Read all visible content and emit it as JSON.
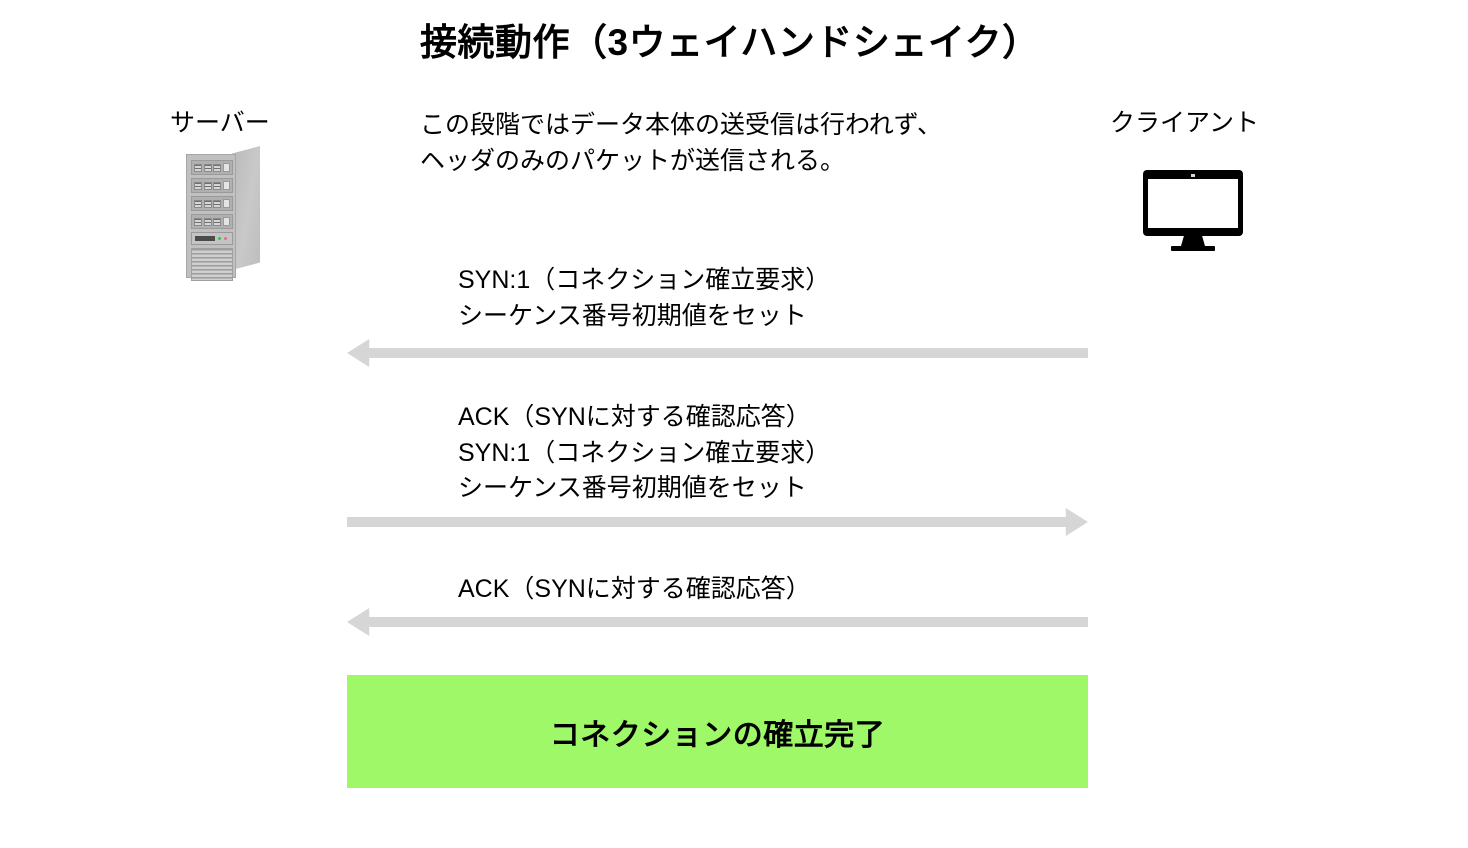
{
  "diagram": {
    "title": "接続動作（3ウェイハンドシェイク）",
    "description": {
      "line1": "この段階ではデータ本体の送受信は行われず、",
      "line2": "ヘッダのみのパケットが送信される。"
    },
    "endpoints": {
      "left_label": "サーバー",
      "left_icon": "server-tower-icon",
      "right_label": "クライアント",
      "right_icon": "desktop-monitor-icon"
    },
    "messages": [
      {
        "id": "syn",
        "direction": "right-to-left",
        "arrow_icon": "arrow-left-icon",
        "lines": [
          "SYN:1（コネクション確立要求）",
          "シーケンス番号初期値をセット"
        ]
      },
      {
        "id": "syn-ack",
        "direction": "left-to-right",
        "arrow_icon": "arrow-right-icon",
        "lines": [
          "ACK（SYNに対する確認応答）",
          "SYN:1（コネクション確立要求）",
          "シーケンス番号初期値をセット"
        ]
      },
      {
        "id": "ack",
        "direction": "right-to-left",
        "arrow_icon": "arrow-left-icon",
        "lines": [
          "ACK（SYNに対する確認応答）"
        ]
      }
    ],
    "banner": {
      "text": "コネクションの確立完了",
      "background_color": "#9ef868",
      "text_color": "#000000"
    },
    "colors": {
      "arrow": "#d6d6d6",
      "server_body": "#c0c0c0",
      "monitor": "#000000",
      "page_background": "#ffffff"
    }
  }
}
